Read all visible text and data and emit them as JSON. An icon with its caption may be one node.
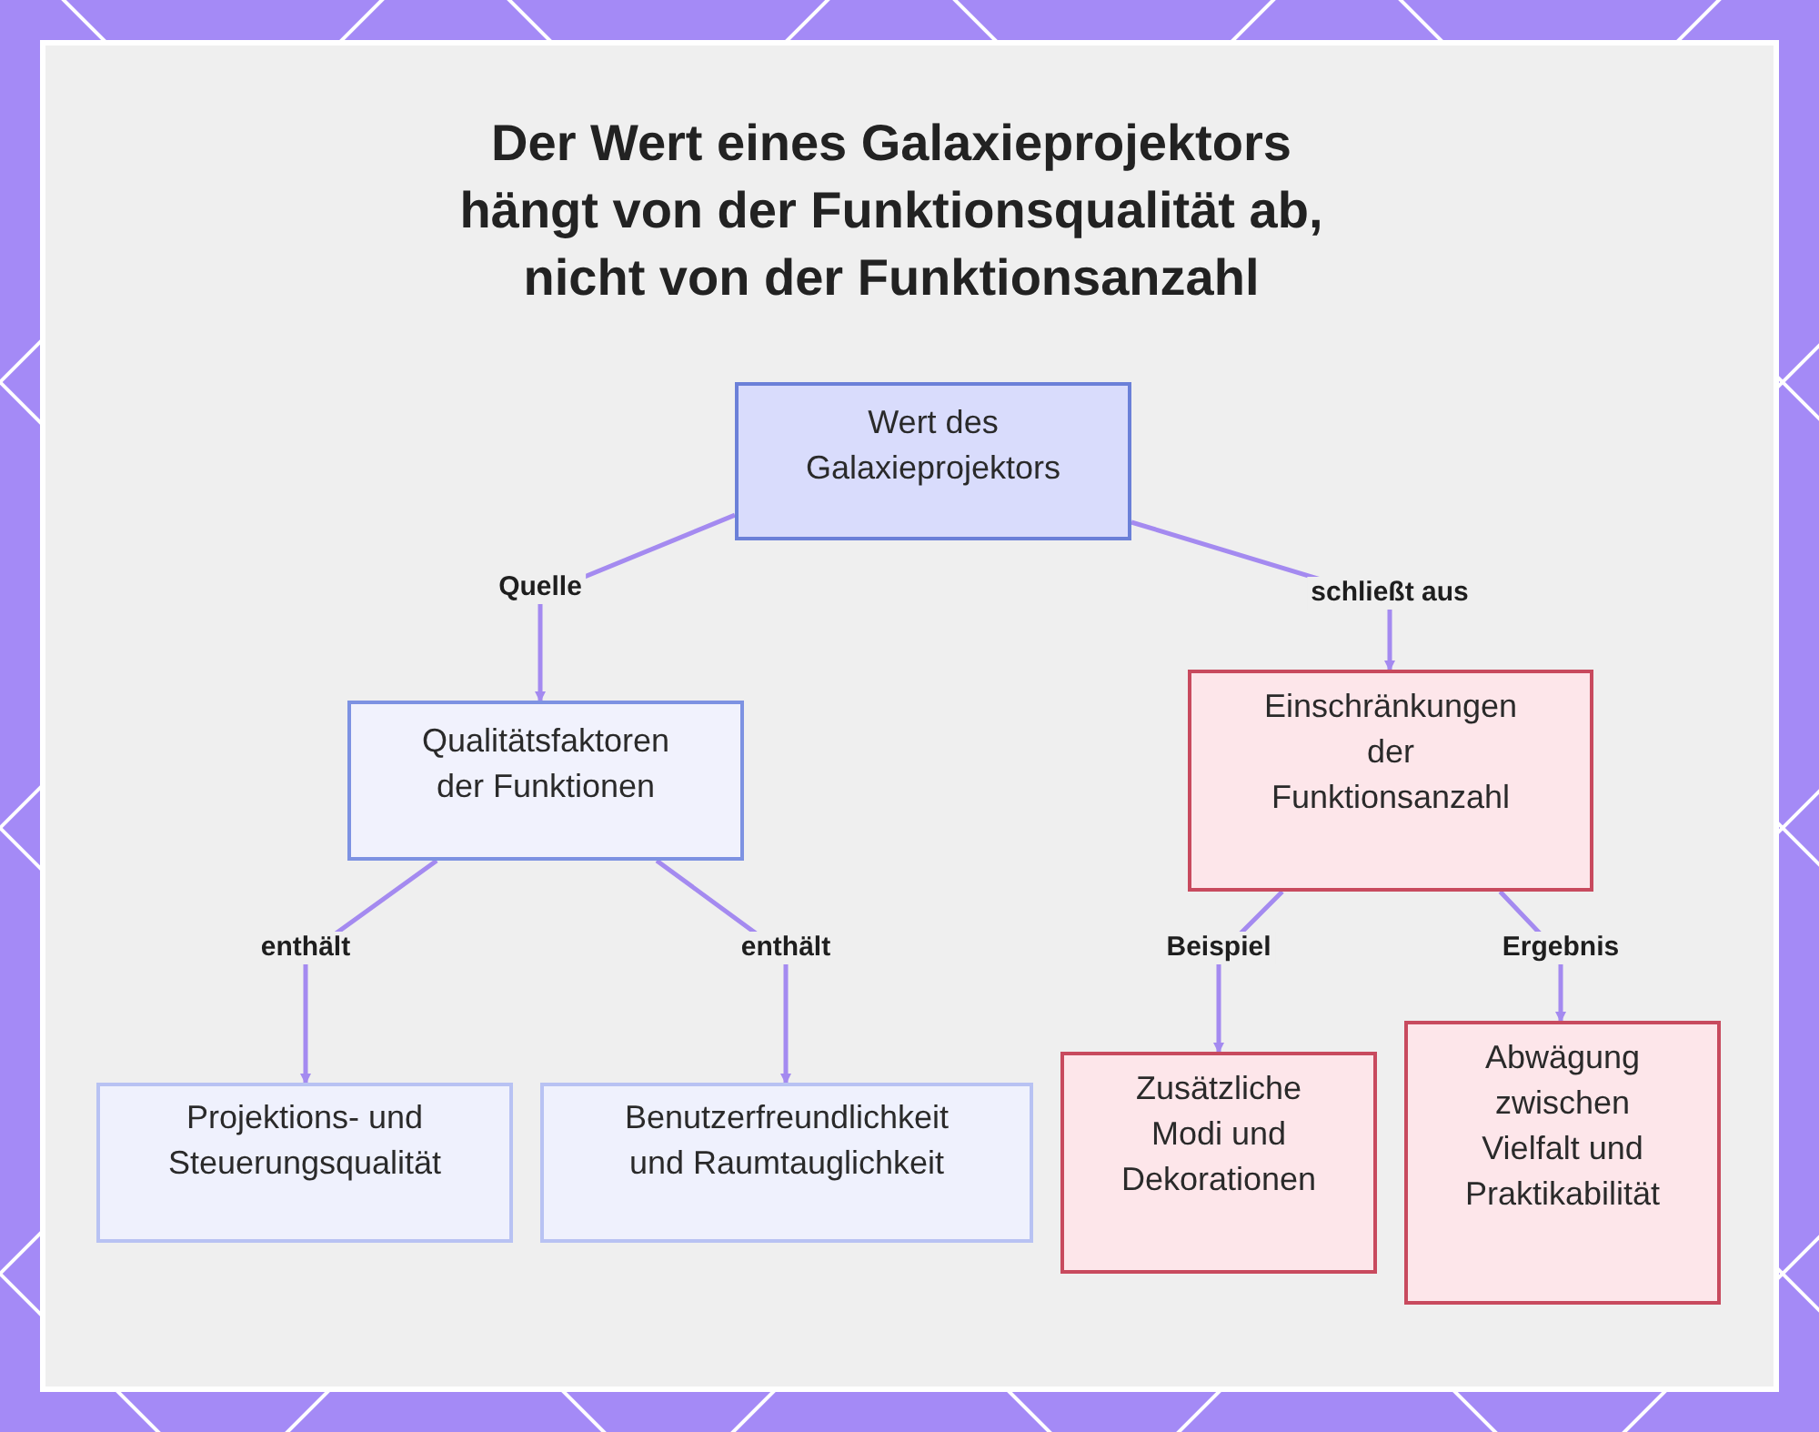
{
  "diagram": {
    "title": "Der Wert eines Galaxieprojektors hängt von der Funktionsqualität ab, nicht von der Funktionsanzahl",
    "nodes": [
      {
        "text": [
          "Wert des Galaxieprojektors"
        ]
      },
      {
        "text": [
          "Qualitätsfaktoren der Funktionen"
        ]
      },
      {
        "text": [
          "Einschränkungen der Funktionsanzahl"
        ]
      },
      {
        "text": [
          "Projektions- und Steuerungsqualität"
        ]
      },
      {
        "text": [
          "Benutzerfreundlichkeit und Raumtauglichkeit"
        ]
      },
      {
        "text": [
          "Zusätzliche Modi und Dekorationen"
        ]
      },
      {
        "text": [
          "Abwägung zwischen Vielfalt und Praktikabilität"
        ]
      }
    ],
    "edges": [
      {
        "from": 0,
        "to": 1,
        "arrow": "to",
        "label": "Quelle"
      },
      {
        "from": 0,
        "to": 2,
        "arrow": "to",
        "label": "schließt aus"
      },
      {
        "from": 1,
        "to": 3,
        "arrow": "to",
        "label": "enthält"
      },
      {
        "from": 1,
        "to": 4,
        "arrow": "to",
        "label": "enthält"
      },
      {
        "from": 2,
        "to": 5,
        "arrow": "to",
        "label": "Beispiel"
      },
      {
        "from": 2,
        "to": 6,
        "arrow": "to",
        "label": "Ergebnis"
      }
    ]
  }
}
